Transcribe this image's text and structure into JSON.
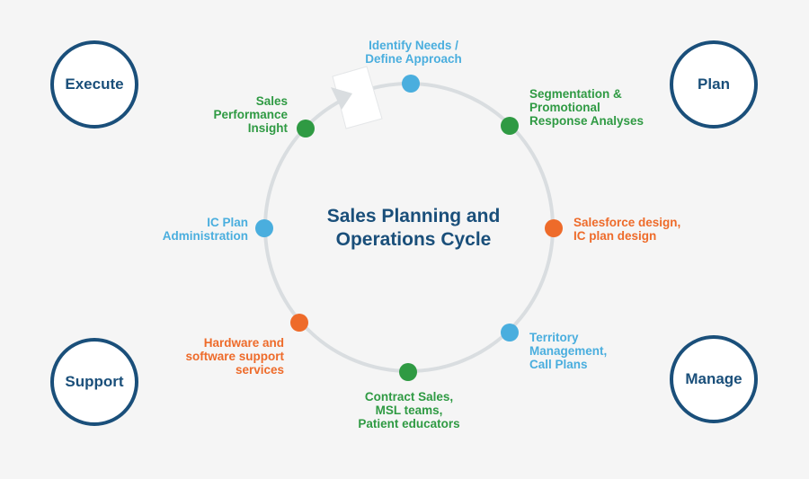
{
  "center_title": "Sales Planning and\nOperations Cycle",
  "quadrants": {
    "top_left": "Execute",
    "top_right": "Plan",
    "bottom_left": "Support",
    "bottom_right": "Manage"
  },
  "steps": [
    {
      "label": "Identify Needs /\nDefine Approach",
      "color": "#4aaede"
    },
    {
      "label": "Segmentation &\nPromotional\nResponse Analyses",
      "color": "#2f9a43"
    },
    {
      "label": "Salesforce design,\nIC plan design",
      "color": "#ee6b2a"
    },
    {
      "label": "Territory\nManagement,\nCall Plans",
      "color": "#4aaede"
    },
    {
      "label": "Contract Sales,\nMSL teams,\nPatient educators",
      "color": "#2f9a43"
    },
    {
      "label": "Hardware and\nsoftware support\nservices",
      "color": "#ee6b2a"
    },
    {
      "label": "IC Plan\nAdministration",
      "color": "#4aaede"
    },
    {
      "label": "Sales\nPerformance\nInsight",
      "color": "#2f9a43"
    }
  ],
  "colors": {
    "navy": "#1a4f7a",
    "ring": "#d9dde0",
    "green": "#2f9a43",
    "blue": "#4aaede",
    "orange": "#ee6b2a"
  }
}
